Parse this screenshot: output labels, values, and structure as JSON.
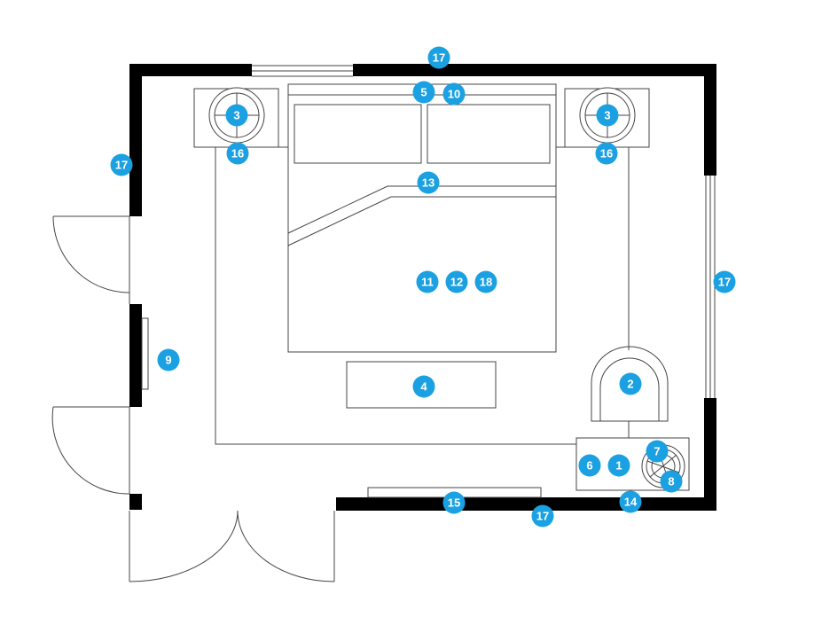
{
  "colors": {
    "accent": "#1ba1e2",
    "wall": "#000000",
    "line": "#444444"
  },
  "markers": {
    "top_wall": "17",
    "left_wall": "17",
    "right_window": "17",
    "bottom_wall": "17",
    "lamp_left": "3",
    "lamp_right": "3",
    "nightstand_left": "16",
    "nightstand_right": "16",
    "headboard_a": "5",
    "headboard_b": "10",
    "pillow_edge": "13",
    "bed_a": "11",
    "bed_b": "12",
    "bed_c": "18",
    "bench": "4",
    "chair": "2",
    "mirror": "9",
    "desk_a": "6",
    "desk_b": "1",
    "plant_a": "7",
    "plant_b": "8",
    "desk_edge": "14",
    "radiator": "15"
  }
}
